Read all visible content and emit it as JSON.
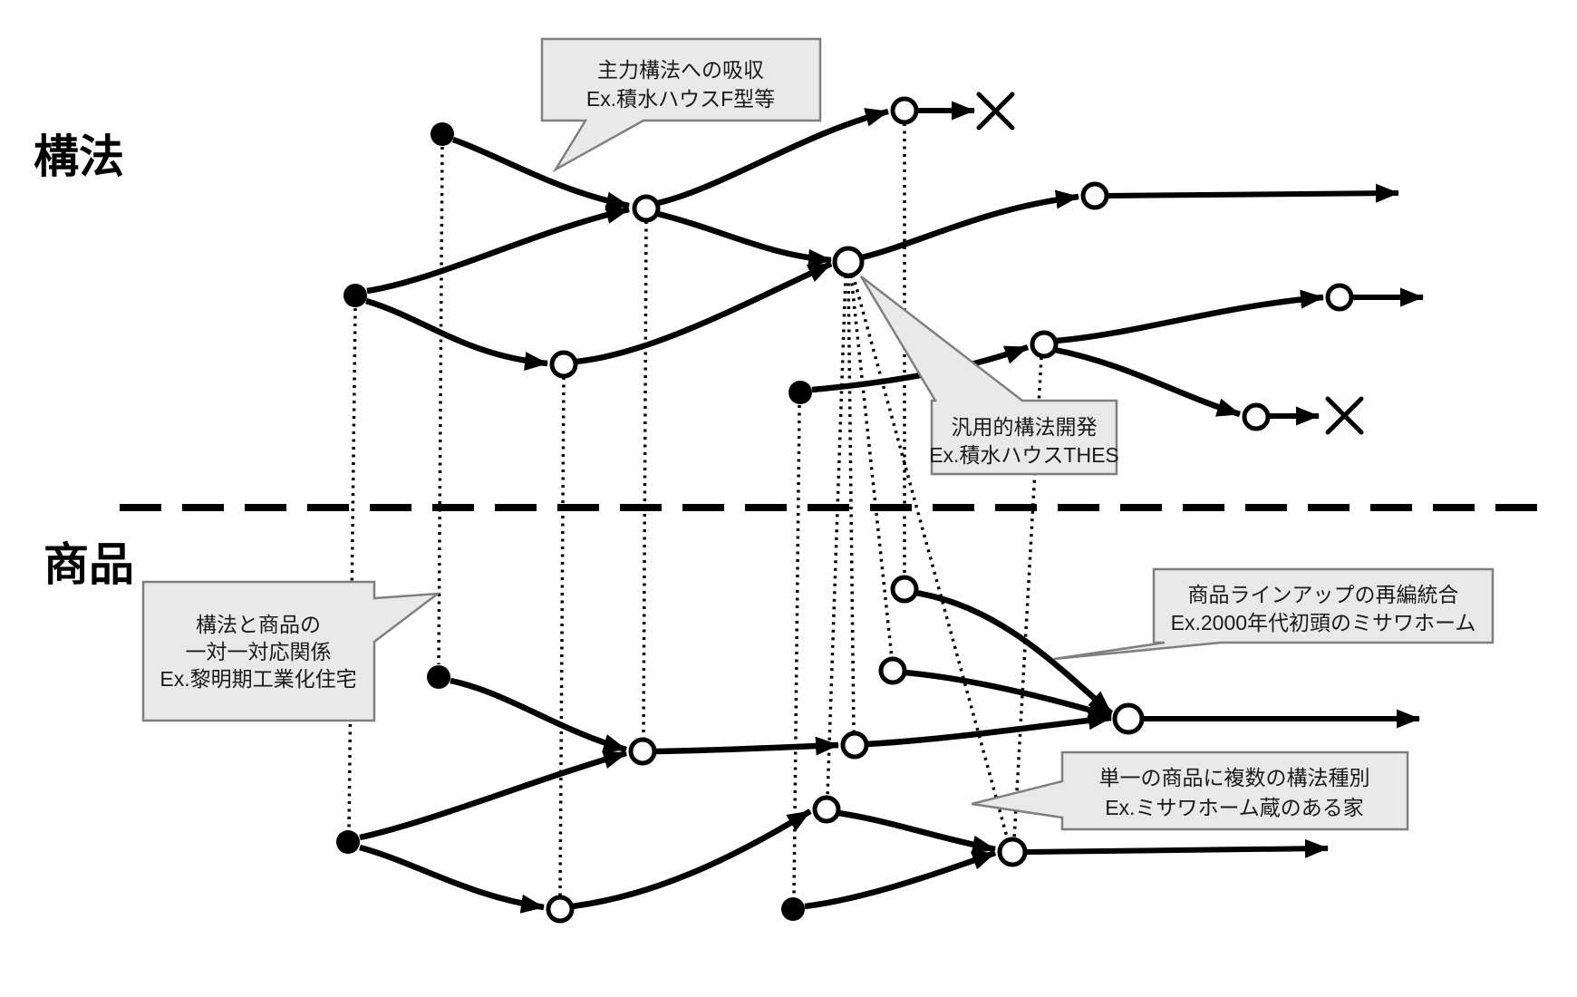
{
  "sections": {
    "construction": {
      "label": "構法"
    },
    "product": {
      "label": "商品"
    }
  },
  "callouts": {
    "absorption": {
      "line1": "主力構法への吸収",
      "line2": "Ex.積水ハウスF型等"
    },
    "one_to_one": {
      "line1": "構法と商品の",
      "line2": "一対一対応関係",
      "line3": "Ex.黎明期工業化住宅"
    },
    "generic_dev": {
      "line1": "汎用的構法開発",
      "line2": "Ex.積水ハウスTHES"
    },
    "lineup_reorg": {
      "line1": "商品ラインアップの再編統合",
      "line2": "Ex.2000年代初頭のミサワホーム"
    },
    "multi_method": {
      "line1": "単一の商品に複数の構法種別",
      "line2": "Ex.ミサワホーム蔵のある家"
    }
  },
  "colors": {
    "line": "#000000",
    "callout_fill": "#e9e9e9",
    "callout_border": "#7f7f7f",
    "background": "#ffffff"
  }
}
